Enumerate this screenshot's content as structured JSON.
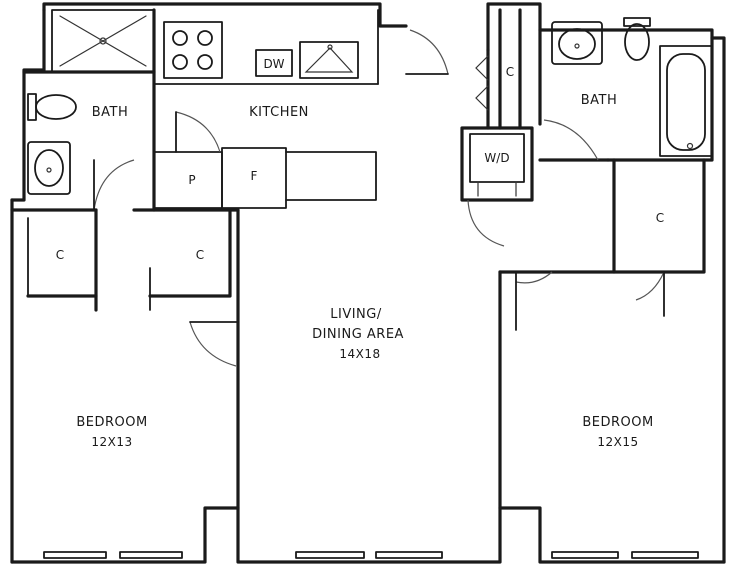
{
  "rooms": {
    "bath_left": "BATH",
    "kitchen": "KITCHEN",
    "bath_right": "BATH",
    "living": {
      "name_line1": "LIVING/",
      "name_line2": "DINING AREA",
      "size": "14X18"
    },
    "bedroom_left": {
      "name": "BEDROOM",
      "size": "12X13"
    },
    "bedroom_right": {
      "name": "BEDROOM",
      "size": "12X15"
    }
  },
  "closets": {
    "c_left1": "C",
    "c_left2": "C",
    "c_hall": "C",
    "c_right": "C"
  },
  "kitchen_fixtures": {
    "pantry": "P",
    "fridge": "F",
    "dishwasher": "DW"
  },
  "laundry": "W/D"
}
